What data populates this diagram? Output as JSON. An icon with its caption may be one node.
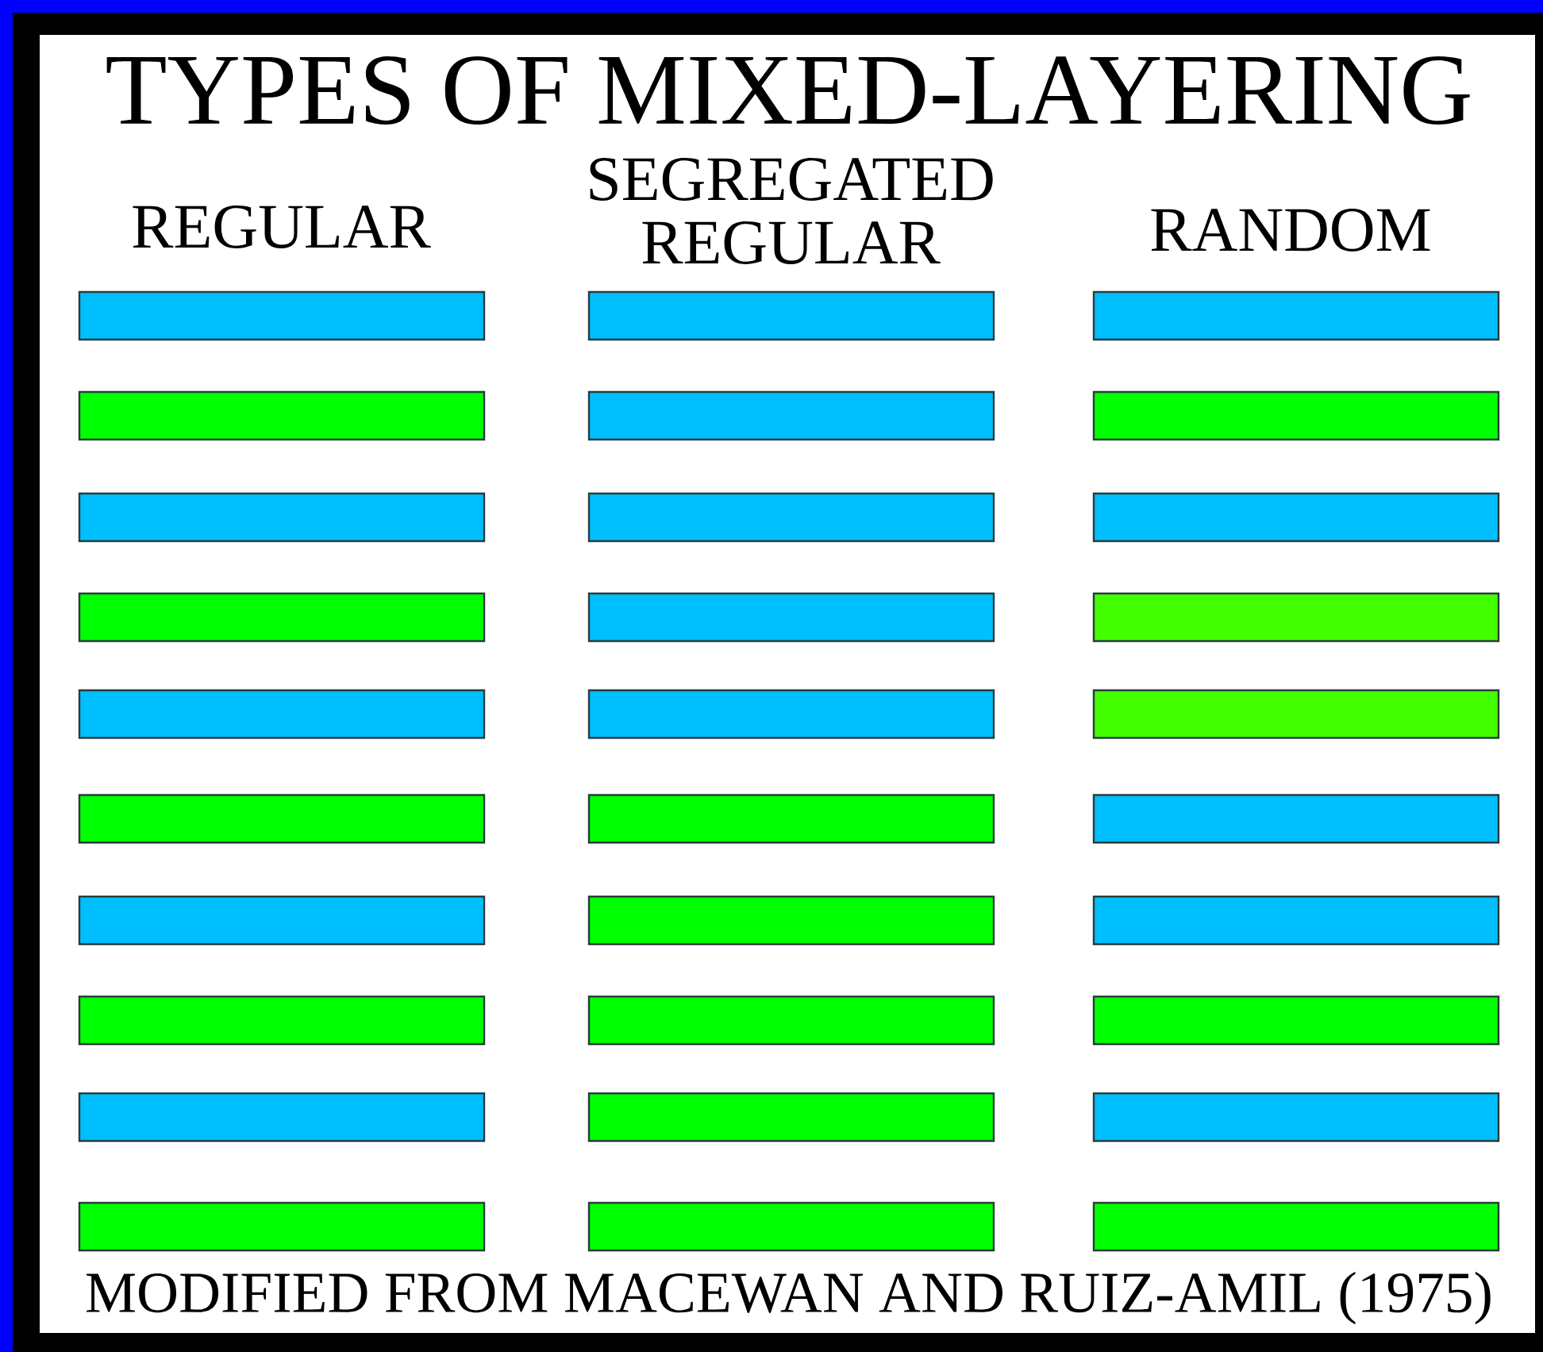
{
  "diagram": {
    "title": "TYPES OF MIXED-LAYERING",
    "labels": [
      "REGULAR",
      "SEGREGATED REGULAR",
      "RANDOM"
    ],
    "caption": "MODIFIED FROM MACEWAN AND RUIZ-AMIL (1975)"
  }
}
